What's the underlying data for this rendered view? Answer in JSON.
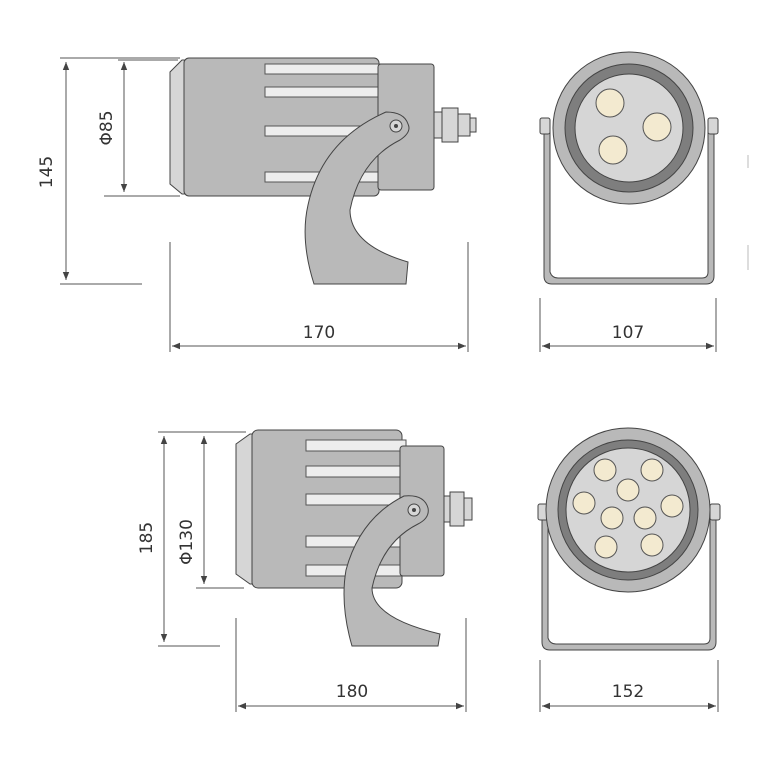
{
  "top": {
    "height": "145",
    "diameter": "Φ85",
    "length": "170",
    "width": "107"
  },
  "bottom": {
    "height": "185",
    "diameter": "Φ130",
    "length": "180",
    "width": "152"
  },
  "colors": {
    "housing": "#b9b9b9",
    "led": "#f3ead0",
    "line": "#444444"
  }
}
